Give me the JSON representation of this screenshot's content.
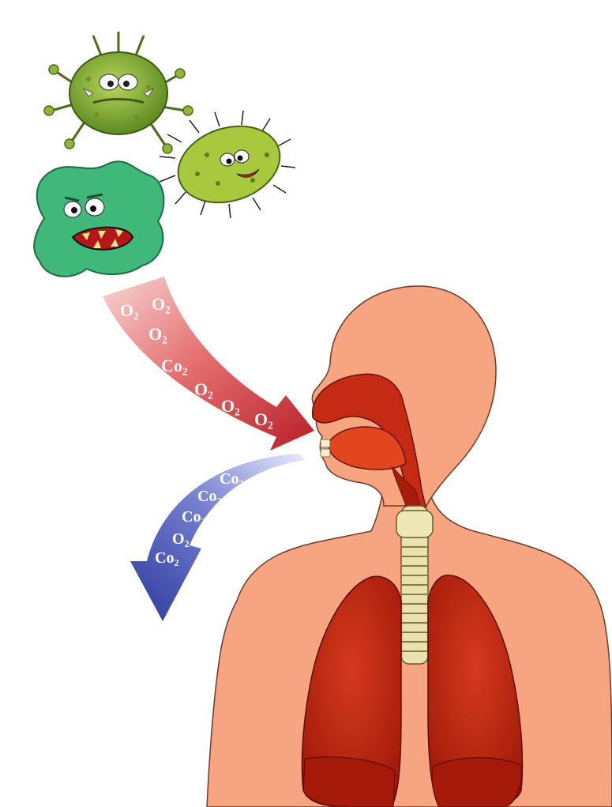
{
  "scene": {
    "subject": "respiratory-system",
    "inhaled_labels": [
      "O₂",
      "O₂",
      "O₂",
      "Co₂",
      "O₂",
      "O₂",
      "O₂"
    ],
    "exhaled_labels": [
      "Co₂",
      "Co₂",
      "Co₂",
      "O₂",
      "Co₂"
    ],
    "colors": {
      "skin": "#f7a580",
      "skin_outline": "#6b3a2a",
      "lung": "#b81e0e",
      "lung_dark": "#8e1408",
      "airway": "#c42a14",
      "trachea": "#e9e2b0",
      "inhale_arrow": "#b5131c",
      "exhale_arrow": "#1f2f96",
      "germ_olive": "#8fb53a",
      "germ_teal": "#3fb87a",
      "germ_lime": "#a8c83e"
    }
  }
}
